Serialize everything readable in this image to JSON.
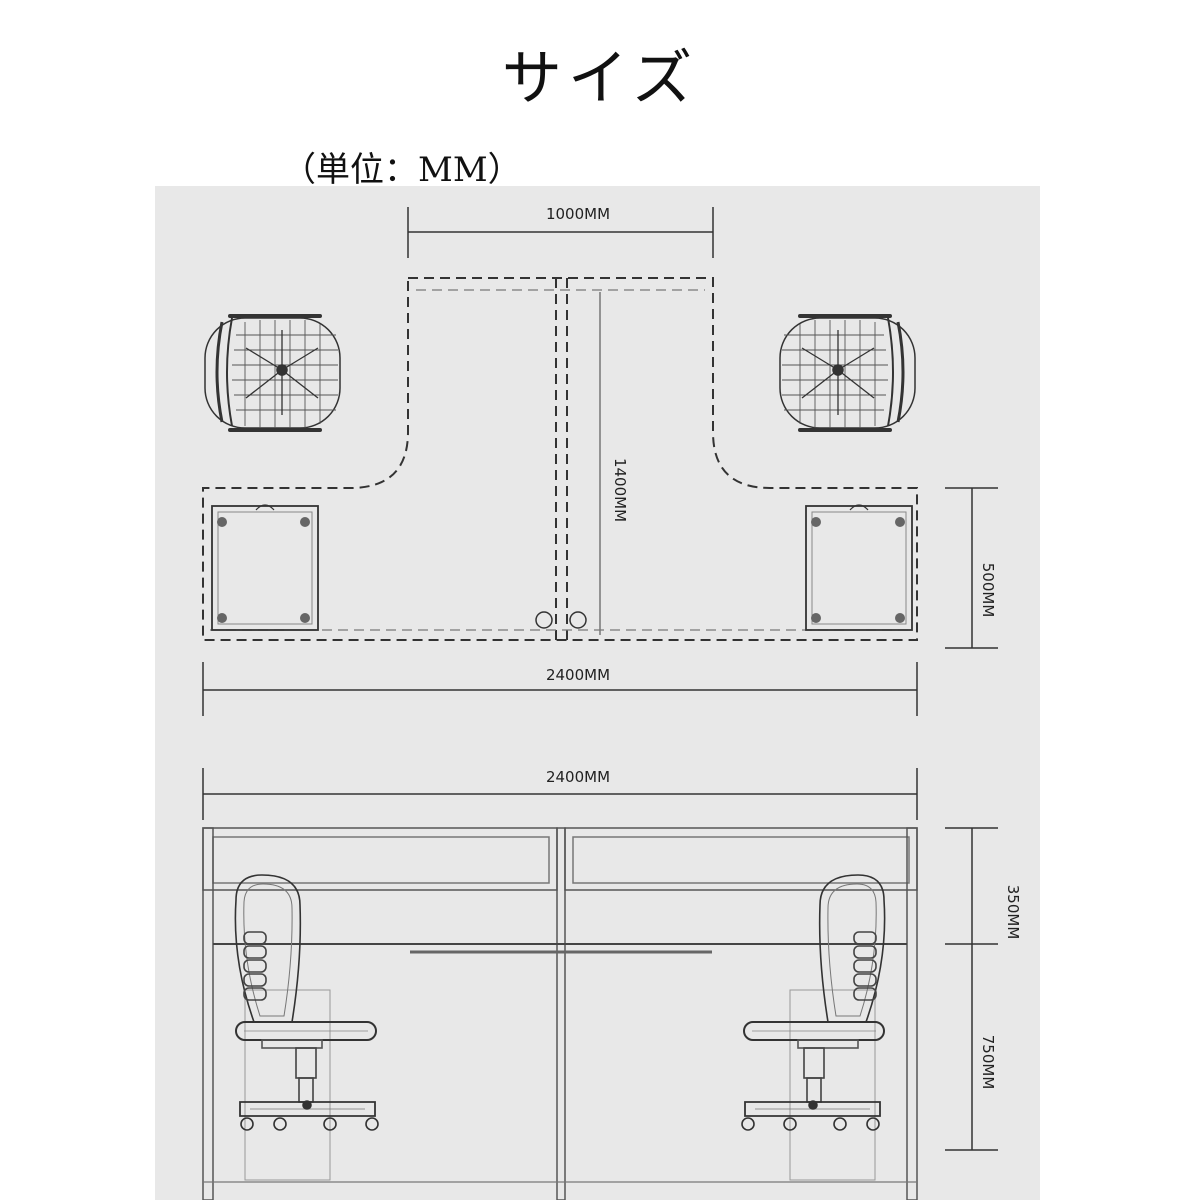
{
  "title": "サイズ",
  "unit_label": "（単位：MM）",
  "dimensions": {
    "top_width": "1000MM",
    "depth": "1400MM",
    "desk_depth": "500MM",
    "total_width_plan": "2400MM",
    "total_width_front": "2400MM",
    "screen_height": "350MM",
    "desk_height": "750MM"
  },
  "colors": {
    "background": "#e8e8e8",
    "line": "#333333"
  }
}
